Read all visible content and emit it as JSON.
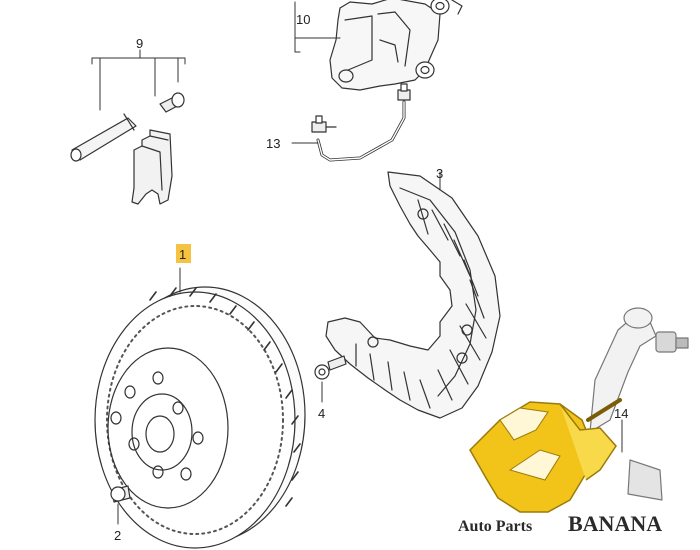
{
  "diagram": {
    "callouts": {
      "part_1": "1",
      "part_2": "2",
      "part_3": "3",
      "part_4": "4",
      "part_9": "9",
      "part_10": "10",
      "part_13": "13",
      "part_14": "14"
    },
    "highlight_color": "#f5c242"
  },
  "watermark": {
    "text_small": "Auto Parts",
    "text_big": "BANANA",
    "banana_color": "#f2c41a"
  }
}
